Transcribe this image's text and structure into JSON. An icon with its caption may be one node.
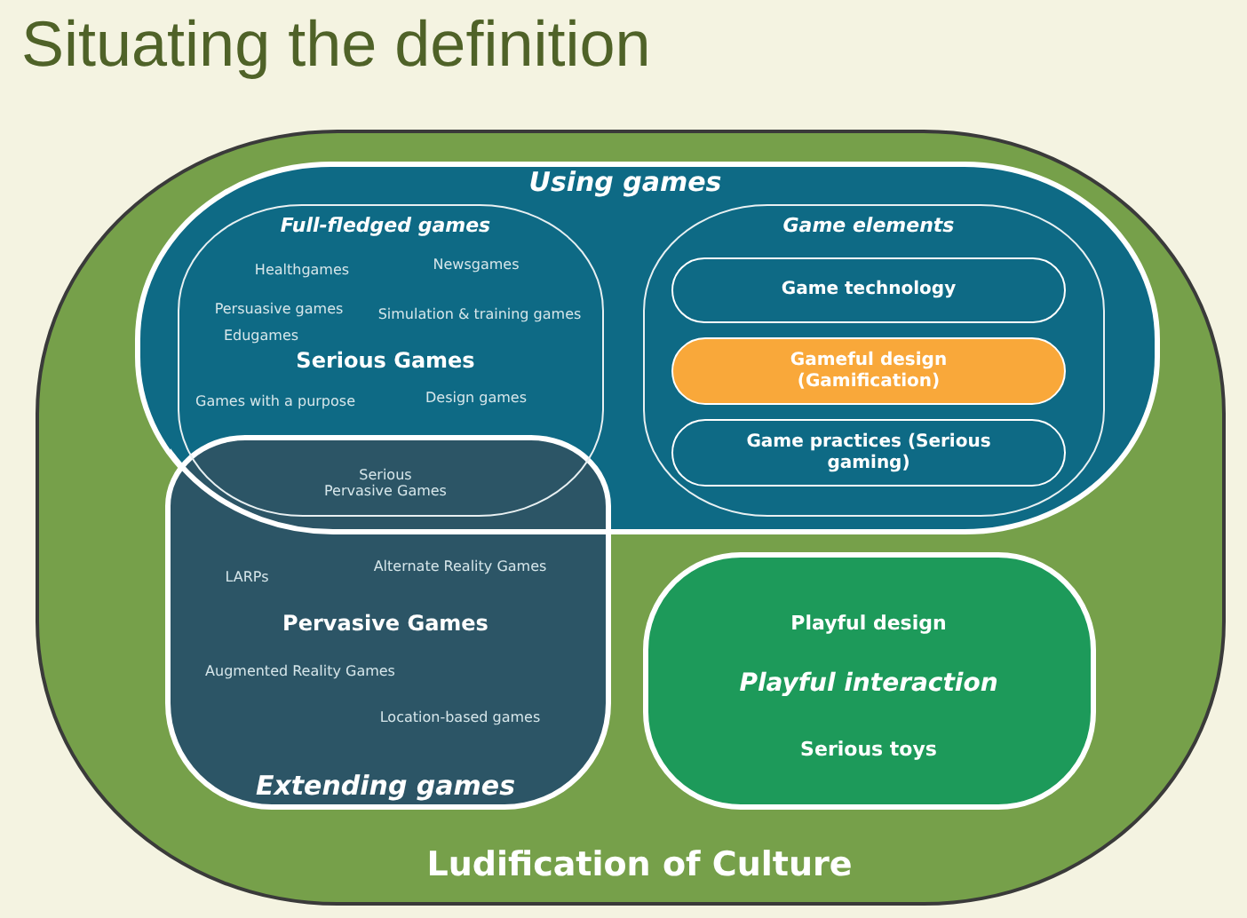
{
  "diagram": {
    "title": "Situating the definition",
    "nodes": [
      {
        "text": [
          "Ludification of Culture"
        ]
      },
      {
        "text": [
          "Using games"
        ],
        "in": 0
      },
      {
        "text": [
          "Full-fledged games",
          "Healthgames",
          "Newsgames",
          "Persuasive games",
          "Simulation & training games",
          "Edugames",
          "Serious Games",
          "Games with a purpose",
          "Design games"
        ],
        "in": 1
      },
      {
        "text": [
          "LARPs",
          "Alternate Reality Games",
          "Pervasive Games",
          "Augmented Reality Games",
          "Location-based games",
          "Extending games"
        ],
        "in": 0
      },
      {
        "text": [
          "Serious Pervasive Games"
        ]
      },
      {
        "text": [
          "Game elements"
        ],
        "in": 1
      },
      {
        "text": [
          "Game technology"
        ],
        "in": 5
      },
      {
        "text": [
          "Gameful design (Gamification)"
        ],
        "in": 5
      },
      {
        "text": [
          "Game practices (Serious gaming)"
        ],
        "in": 5
      },
      {
        "text": [
          "Playful design",
          "Playful interaction",
          "Serious toys"
        ],
        "in": 0
      }
    ]
  }
}
